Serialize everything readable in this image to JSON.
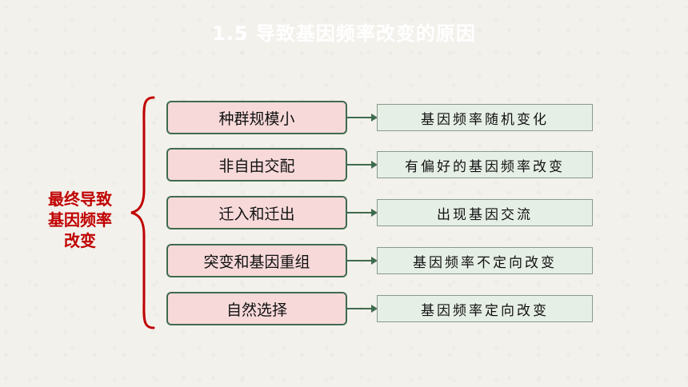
{
  "slide": {
    "title": "1.5 导致基因频率改变的原因",
    "left_label_lines": [
      "最终导致",
      "基因频率",
      "改变"
    ]
  },
  "rows": [
    {
      "cause": "种群规模小",
      "result": "基因频率随机变化"
    },
    {
      "cause": "非自由交配",
      "result": "有偏好的基因频率改变"
    },
    {
      "cause": "迁入和迁出",
      "result": "出现基因交流"
    },
    {
      "cause": "突变和基因重组",
      "result": "基因频率不定向改变"
    },
    {
      "cause": "自然选择",
      "result": "基因频率定向改变"
    }
  ],
  "colors": {
    "accent_red": "#c00000",
    "cause_fill": "#f7d9da",
    "cause_border": "#3f6b4f",
    "result_fill": "#e6efe6",
    "arrow": "#3f6b4f"
  }
}
